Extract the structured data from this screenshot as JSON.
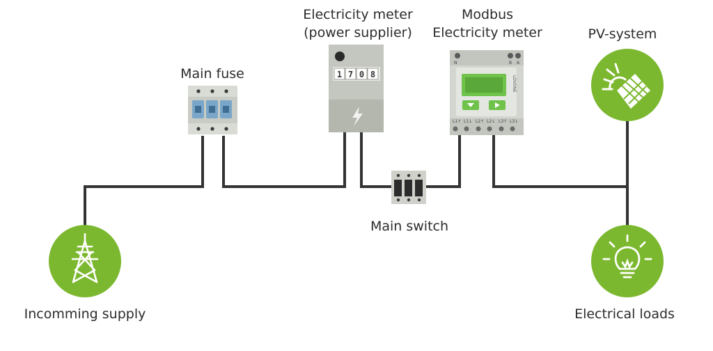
{
  "labels": {
    "main_fuse": "Main fuse",
    "meter_supplier_line1": "Electricity meter",
    "meter_supplier_line2": "(power supplier)",
    "modbus_line1": "Modbus",
    "modbus_line2": "Electricity meter",
    "pv_system": "PV-system",
    "main_switch": "Main switch",
    "incoming_supply": "Incomming supply",
    "electrical_loads": "Electrical loads"
  },
  "meter_digits": [
    "1",
    "7",
    "0",
    "8"
  ],
  "modbus_meter": {
    "brand": "LOVONE",
    "top_terminals": [
      "N",
      "B",
      "A"
    ],
    "bottom_terminals": [
      "L1↑",
      "L1↓",
      "L2↑",
      "L2↓",
      "L3↑",
      "L3↓"
    ]
  },
  "colors": {
    "green": "#7cb82f",
    "wire": "#333333",
    "device_grey": "#c7cac2",
    "fuse_blue": "#7aa6c9",
    "lcd_green": "#6fc24a"
  },
  "icons": {
    "incoming_supply": "power-tower-icon",
    "electrical_loads": "light-bulb-icon",
    "pv_system": "solar-panel-sun-icon",
    "supplier_meter_symbol": "lightning-bolt-icon"
  }
}
